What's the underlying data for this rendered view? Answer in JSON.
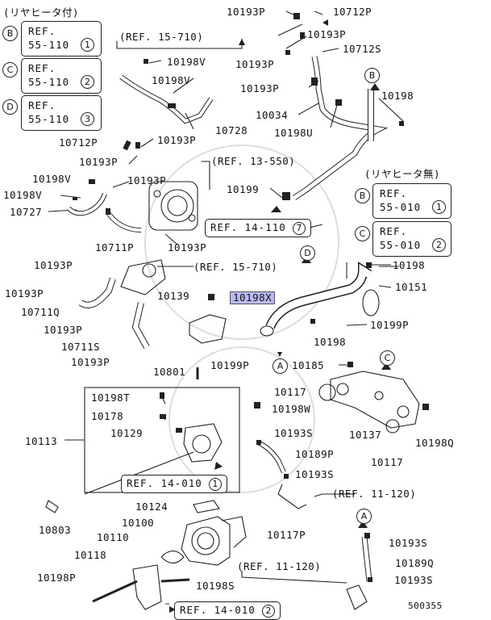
{
  "side_refs_top": [
    {
      "circle": "B",
      "text": "REF.\n55-110",
      "num": "1"
    },
    {
      "circle": "C",
      "text": "REF.\n55-110",
      "num": "2"
    },
    {
      "circle": "D",
      "text": "REF.\n55-110",
      "num": "3"
    }
  ],
  "side_refs_right": [
    {
      "circle": "B",
      "text": "REF.\n55-010",
      "num": "1"
    },
    {
      "circle": "C",
      "text": "REF.\n55-010",
      "num": "2"
    }
  ],
  "header_left": "(リヤヒータ付)",
  "header_right": "(リヤヒータ無)",
  "refs": {
    "r15_710_a": "(REF. 15-710)",
    "r13_550": "(REF. 13-550)",
    "r14_110": "REF. 14-110",
    "r14_110_n": "7",
    "r15_710_b": "(REF. 15-710)",
    "r14_010_a": "REF. 14-010",
    "r14_010_a_n": "1",
    "r11_120_a": "(REF. 11-120)",
    "r11_120_b": "(REF. 11-120)",
    "r14_010_b": "REF. 14-010",
    "r14_010_b_n": "2"
  },
  "parts": {
    "p10193P_1": "10193P",
    "p10712P_1": "10712P",
    "p10193P_2": "10193P",
    "p10193P_3": "10193P",
    "p10712S": "10712S",
    "p10198V_1": "10198V",
    "p10198V_2": "10198V",
    "p10193P_4": "10193P",
    "p10198_1": "10198",
    "p10034": "10034",
    "p10728": "10728",
    "p10198U": "10198U",
    "p10712P_2": "10712P",
    "p10193P_5": "10193P",
    "p10193P_6": "10193P",
    "p10198V_3": "10198V",
    "p10193P_7": "10193P",
    "p10198V_4": "10198V",
    "p10727": "10727",
    "p10199_1": "10199",
    "p10711P": "10711P",
    "p10193P_8": "10193P",
    "p10193P_9": "10193P",
    "p10198_2": "10198",
    "p10193P_10": "10193P",
    "p10139": "10139",
    "p10198X": "10198X",
    "p10151": "10151",
    "p10711Q": "10711Q",
    "p10193P_11": "10193P",
    "p10198_3": "10198",
    "p10199P_1": "10199P",
    "p10711S": "10711S",
    "p10193P_12": "10193P",
    "p10199P_2": "10199P",
    "p10185": "10185",
    "p10801": "10801",
    "p10117_1": "10117",
    "p10198T": "10198T",
    "p10198W": "10198W",
    "p10178": "10178",
    "p10113": "10113",
    "p10129": "10129",
    "p10193S_1": "10193S",
    "p10137": "10137",
    "p10198Q": "10198Q",
    "p10189P": "10189P",
    "p10117_2": "10117",
    "p10193S_2": "10193S",
    "p10803": "10803",
    "p10124": "10124",
    "p10100": "10100",
    "p10117P": "10117P",
    "p10110": "10110",
    "p10193S_3": "10193S",
    "p10118": "10118",
    "p10189Q": "10189Q",
    "p10198P": "10198P",
    "p10198S": "10198S",
    "p10193S_4": "10193S",
    "fig_no": "500355"
  },
  "markers": {
    "B": "B",
    "D": "D",
    "A": "A",
    "C": "C"
  }
}
